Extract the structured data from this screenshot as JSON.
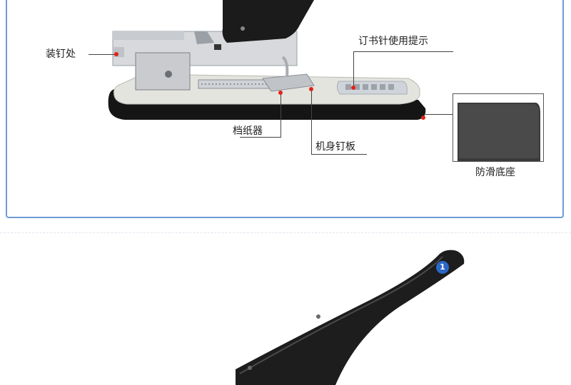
{
  "labels": {
    "staple_loading": "装钉处",
    "staple_usage_tips": "订书针使用提示",
    "paper_guide": "档纸器",
    "body_staple_plate": "机身钉板",
    "anti_slip_base": "防滑底座"
  },
  "badge": {
    "number": "1"
  },
  "colors": {
    "frame_border": "#6f9bd3",
    "marker_dot": "#e2221b",
    "badge_blue": "#2b67c6",
    "stapler_black": "#1b1b1b",
    "stapler_body": "#e4e4df"
  }
}
